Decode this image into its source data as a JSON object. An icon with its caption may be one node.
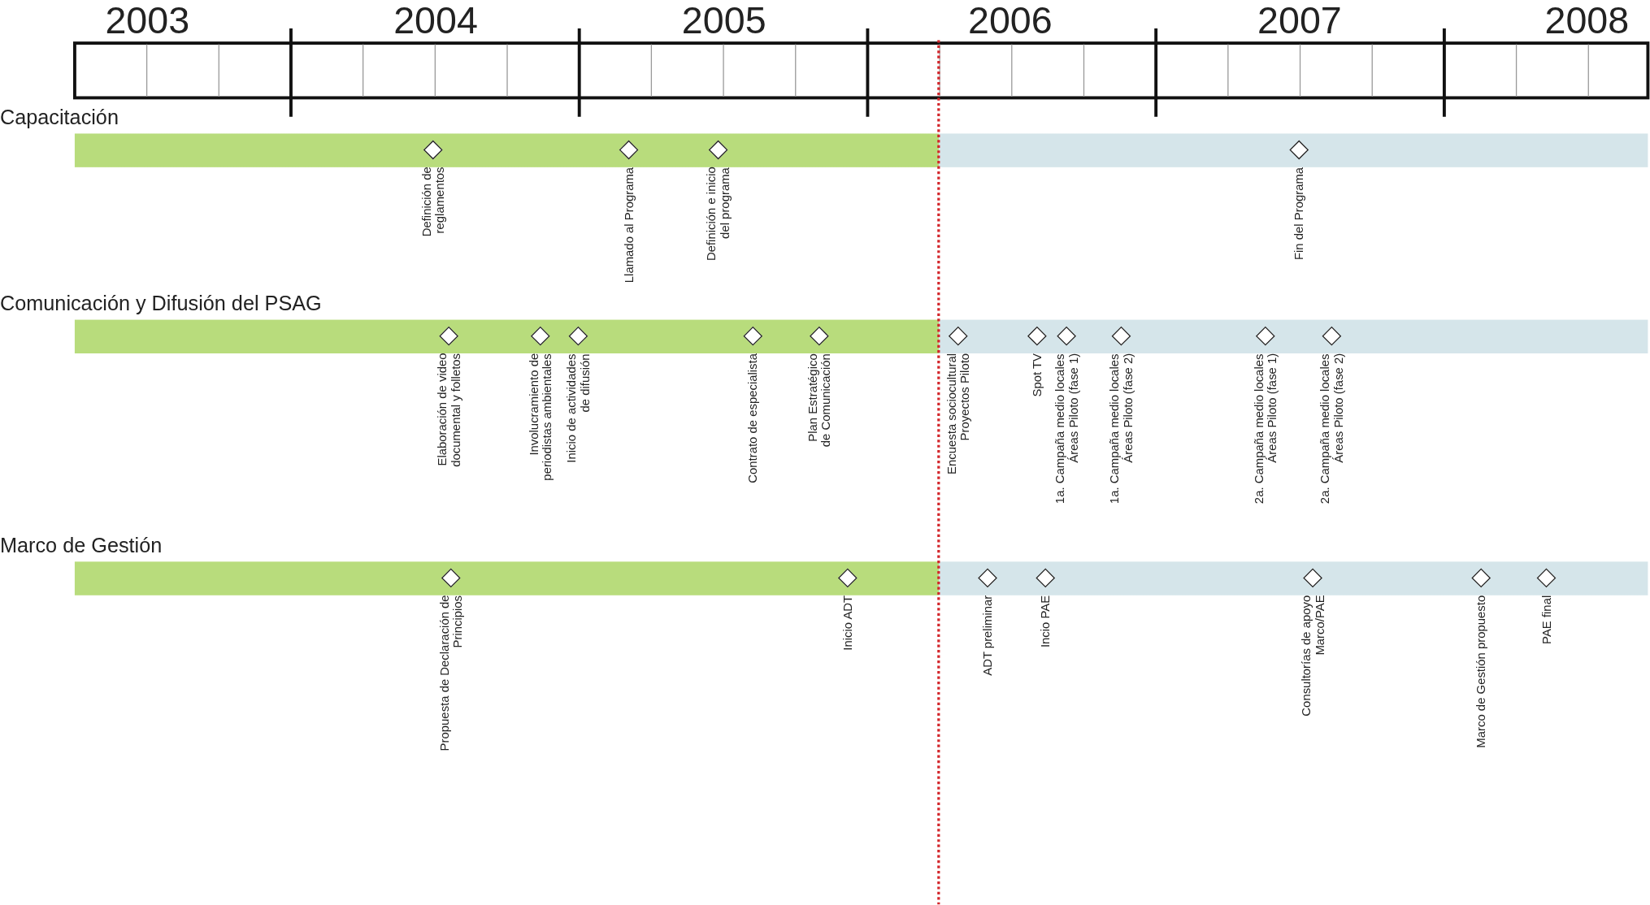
{
  "diagram": {
    "nodes": [
      {
        "text": [
          "Capacitación"
        ]
      },
      {
        "text": [],
        "shape": "diamond",
        "in": 0,
        "beside": [
          "Definición de reglamentos"
        ]
      },
      {
        "text": [],
        "shape": "diamond",
        "in": 0,
        "beside": [
          "Llamado al Programa"
        ]
      },
      {
        "text": [],
        "shape": "diamond",
        "in": 0,
        "beside": [
          "Definición e inicio del programa"
        ]
      },
      {
        "text": [],
        "shape": "diamond",
        "in": 0,
        "beside": [
          "Fin del Programa"
        ]
      },
      {
        "text": [
          "Comunicación y Difusión del PSAG"
        ]
      },
      {
        "text": [],
        "shape": "diamond",
        "in": 5,
        "beside": [
          "Elaboración de video documental y folletos"
        ]
      },
      {
        "text": [],
        "shape": "diamond",
        "in": 5,
        "beside": [
          "Involucramiento de periodistas ambientales"
        ]
      },
      {
        "text": [],
        "shape": "diamond",
        "in": 5,
        "beside": [
          "Inicio de actividades de difusión"
        ]
      },
      {
        "text": [],
        "shape": "diamond",
        "in": 5,
        "beside": [
          "Contrato de especialista"
        ]
      },
      {
        "text": [],
        "shape": "diamond",
        "in": 5,
        "beside": [
          "Plan Estratégico de Comunicación"
        ]
      },
      {
        "text": [],
        "shape": "diamond",
        "in": 5,
        "beside": [
          "Encuesta sociocultural Proyectos Piloto"
        ]
      },
      {
        "text": [],
        "shape": "diamond",
        "in": 5,
        "beside": [
          "Spot TV"
        ]
      },
      {
        "text": [],
        "shape": "diamond",
        "in": 5,
        "beside": [
          "1a. Campaña medio locales Áreas Piloto (fase 1)"
        ]
      },
      {
        "text": [],
        "shape": "diamond",
        "in": 5,
        "beside": [
          "1a. Campaña medio locales Áreas Piloto (fase 2)"
        ]
      },
      {
        "text": [],
        "shape": "diamond",
        "in": 5,
        "beside": [
          "2a. Campaña medio locales Áreas Piloto (fase 1)"
        ]
      },
      {
        "text": [],
        "shape": "diamond",
        "in": 5,
        "beside": [
          "2a. Campaña medio locales Áreas Piloto (fase 2)"
        ]
      },
      {
        "text": [
          "Marco de Gestión"
        ]
      },
      {
        "text": [],
        "shape": "diamond",
        "in": 17,
        "beside": [
          "Propuesta de Declaración de Principios"
        ]
      },
      {
        "text": [],
        "shape": "diamond",
        "in": 17,
        "beside": [
          "Inicio ADT"
        ]
      },
      {
        "text": [],
        "shape": "diamond",
        "in": 17,
        "beside": [
          "ADT preliminar"
        ]
      },
      {
        "text": [],
        "shape": "diamond",
        "in": 17,
        "beside": [
          "Incio PAE"
        ]
      },
      {
        "text": [],
        "shape": "diamond",
        "in": 17,
        "beside": [
          "Consultorías de apoyo Marco/PAE"
        ]
      },
      {
        "text": [],
        "shape": "diamond",
        "in": 17,
        "beside": [
          "Marco de Gestión propuesto"
        ]
      },
      {
        "text": [],
        "shape": "diamond",
        "in": 17,
        "beside": [
          "PAE final"
        ]
      }
    ],
    "labels": [
      "2003",
      "2004",
      "2005",
      "2006",
      "2007",
      "2008"
    ]
  }
}
